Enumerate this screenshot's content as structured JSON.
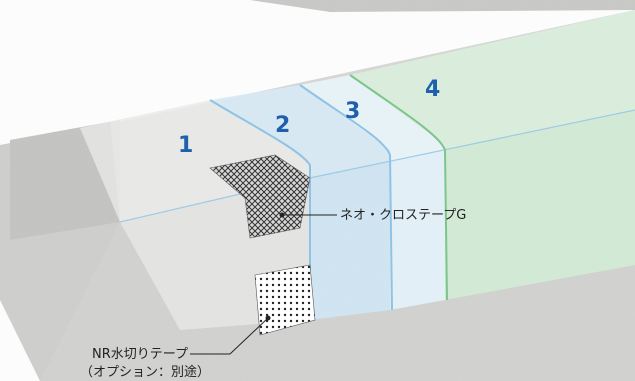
{
  "layers": [
    {
      "number": "1",
      "color": "#e6e6e4"
    },
    {
      "number": "2",
      "color": "#cfe6f4"
    },
    {
      "number": "3",
      "color": "#e3f0f8"
    },
    {
      "number": "4",
      "color": "#d2ead6"
    }
  ],
  "labels": {
    "neo_cross_tape": "ネオ・クロステープG",
    "nr_tape_line1": "NR水切りテープ",
    "nr_tape_line2": "（オプション：別途）"
  },
  "colors": {
    "number_blue": "#1f5fae",
    "concrete": "#cfcfcd",
    "concrete_dark": "#b8b8b6",
    "layer_blue_edge": "#8fc3e6",
    "layer_green_edge": "#7cc68a"
  }
}
